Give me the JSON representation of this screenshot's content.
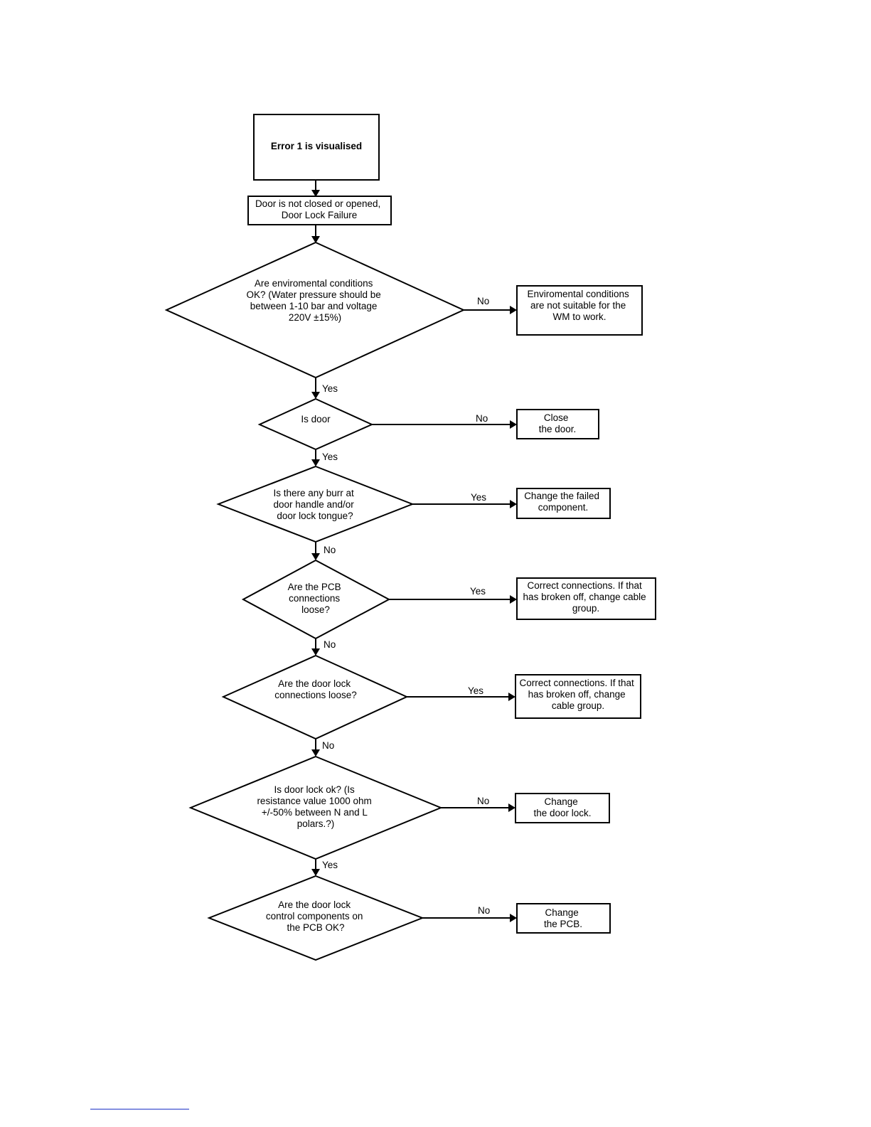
{
  "start": {
    "lines": [
      "Error 1 is visualised"
    ]
  },
  "fault": {
    "lines": [
      "Door is not closed or opened,",
      "Door Lock Failure"
    ]
  },
  "decisions": [
    {
      "id": "env",
      "lines": [
        "Are enviromental conditions",
        "OK? (Water pressure should be",
        "between 1-10 bar and voltage",
        "220V ±15%)"
      ],
      "down_label": "Yes",
      "side_label": "No",
      "action": {
        "lines": [
          "Enviromental conditions",
          "are not suitable for the",
          "WM to work."
        ]
      }
    },
    {
      "id": "door",
      "lines": [
        "Is door"
      ],
      "down_label": "Yes",
      "side_label": "No",
      "action": {
        "lines": [
          "Close",
          "the door."
        ]
      }
    },
    {
      "id": "burr",
      "lines": [
        "Is there any burr at",
        "door handle and/or",
        "door lock tongue?"
      ],
      "down_label": "No",
      "side_label": "Yes",
      "action": {
        "lines": [
          "Change the failed",
          "component."
        ]
      }
    },
    {
      "id": "pcb-conn",
      "lines": [
        "Are the PCB",
        "connections",
        "loose?"
      ],
      "down_label": "No",
      "side_label": "Yes",
      "action": {
        "lines": [
          "Correct connections. If that",
          "has broken off, change cable",
          "group."
        ]
      }
    },
    {
      "id": "lock-conn",
      "lines": [
        "Are the door lock",
        "connections loose?"
      ],
      "down_label": "No",
      "side_label": "Yes",
      "action": {
        "lines": [
          "Correct connections. If that",
          "has broken off, change",
          "cable group."
        ]
      }
    },
    {
      "id": "lock-ok",
      "lines": [
        "Is door lock ok? (Is",
        "resistance value 1000 ohm",
        "+/-50% between N and L",
        "polars.?)"
      ],
      "down_label": "Yes",
      "side_label": "No",
      "action": {
        "lines": [
          "Change",
          "the door lock."
        ]
      }
    },
    {
      "id": "pcb-ok",
      "lines": [
        "Are the door lock",
        "control components on",
        "the PCB OK?"
      ],
      "side_label": "No",
      "action": {
        "lines": [
          "Change",
          "the PCB."
        ]
      }
    }
  ]
}
